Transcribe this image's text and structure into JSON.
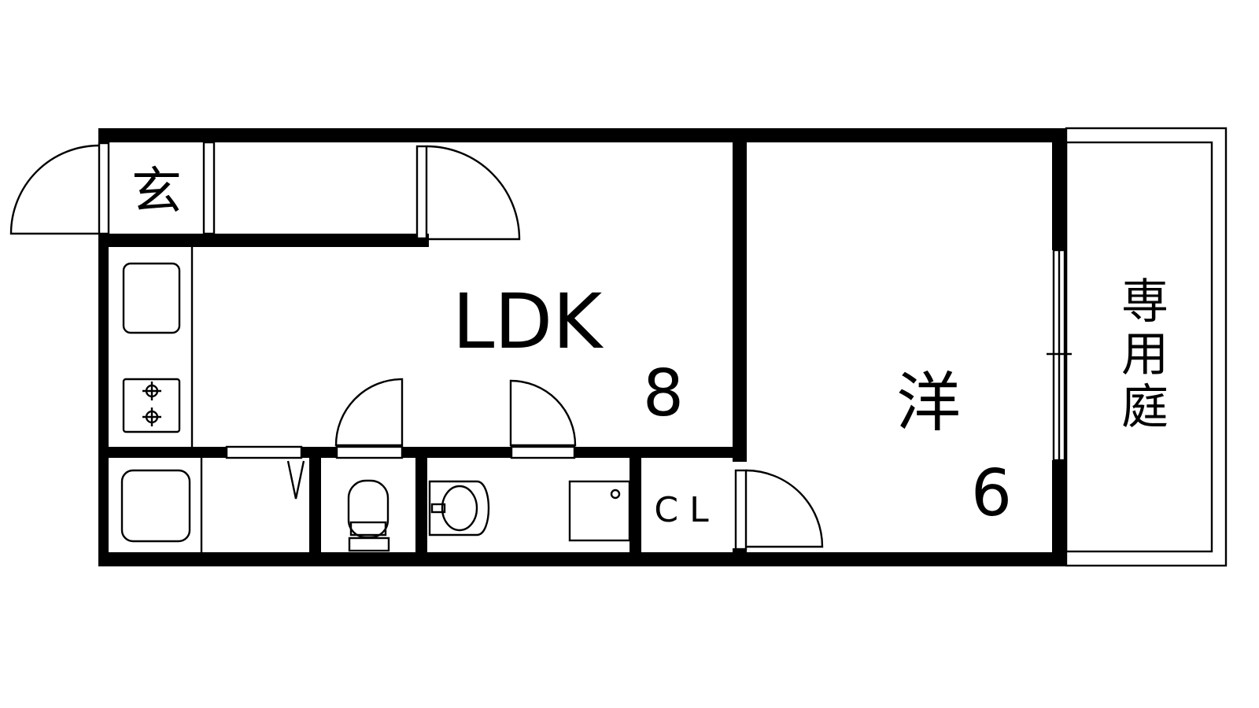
{
  "colors": {
    "wall": "#000000",
    "background": "#ffffff"
  },
  "rooms": {
    "entrance": "玄",
    "ldk_label": "LDK",
    "ldk_size": "8",
    "western_label": "洋",
    "western_size": "6",
    "closet": "CL",
    "garden": [
      "専",
      "用",
      "庭"
    ]
  }
}
